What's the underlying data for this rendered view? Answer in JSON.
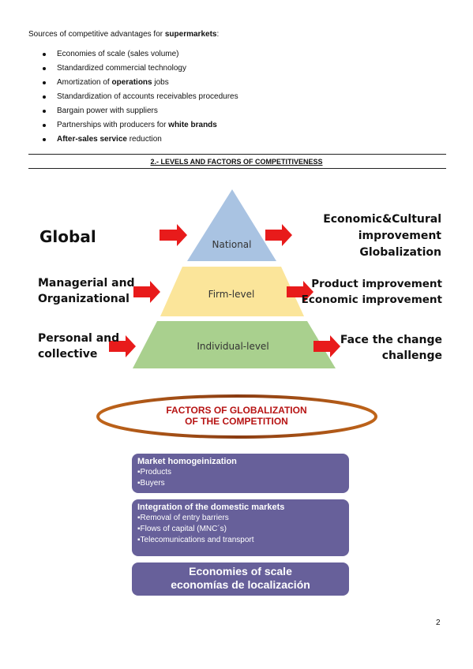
{
  "intro": {
    "prefix": "Sources of competitive advantages for ",
    "bold": "supermarkets",
    "suffix": ":"
  },
  "bullets": [
    {
      "pre": "Economies of scale (sales volume)",
      "bold": "",
      "post": ""
    },
    {
      "pre": "Standardized commercial technology",
      "bold": "",
      "post": ""
    },
    {
      "pre": "Amortization of ",
      "bold": "operations",
      "post": " jobs"
    },
    {
      "pre": "Standardization of accounts receivables procedures",
      "bold": "",
      "post": ""
    },
    {
      "pre": "Bargain power with suppliers",
      "bold": "",
      "post": ""
    },
    {
      "pre": "Partnerships with producers for ",
      "bold": "white brands",
      "post": ""
    },
    {
      "pre": "",
      "bold": "After-sales service",
      "post": " reduction"
    }
  ],
  "section_title": "2.- LEVELS AND FACTORS OF COMPETITIVENESS",
  "pyramid": {
    "tiers": {
      "top": "National",
      "middle": "Firm-level",
      "bottom": "Individual-level"
    },
    "colors": {
      "top": "#a9c3e2",
      "middle": "#fbe59a",
      "bottom": "#a9d08e",
      "arrow": "#e81b1b"
    },
    "left_labels": {
      "global": "Global",
      "managerial_1": "Managerial and",
      "managerial_2": "Organizational",
      "personal_1": "Personal and",
      "personal_2": "collective"
    },
    "right_labels": {
      "econ_1": "Economic&Cultural",
      "econ_2": "improvement",
      "econ_3": "Globalization",
      "product_1": "Product improvement",
      "product_2": "Economic improvement",
      "face_1": "Face the change",
      "face_2": "challenge"
    }
  },
  "factors": {
    "title_1": "FACTORS OF GLOBALIZATION",
    "title_2": "OF THE COMPETITION",
    "box1": {
      "head": "Market homogeinization",
      "items": [
        "▪Products",
        "▪Buyers"
      ]
    },
    "box2": {
      "head": "Integration of the domestic markets",
      "items": [
        "▪Removal of entry barriers",
        "▪Flows of capital (MNC´s)",
        "▪Telecomunications and transport"
      ]
    },
    "box3": {
      "line_1": "Economies of scale",
      "line_2": "economías de localización"
    },
    "colors": {
      "box": "#67609a",
      "title": "#b71414",
      "ellipse_border": "#c0651a"
    }
  },
  "page_number": "2"
}
